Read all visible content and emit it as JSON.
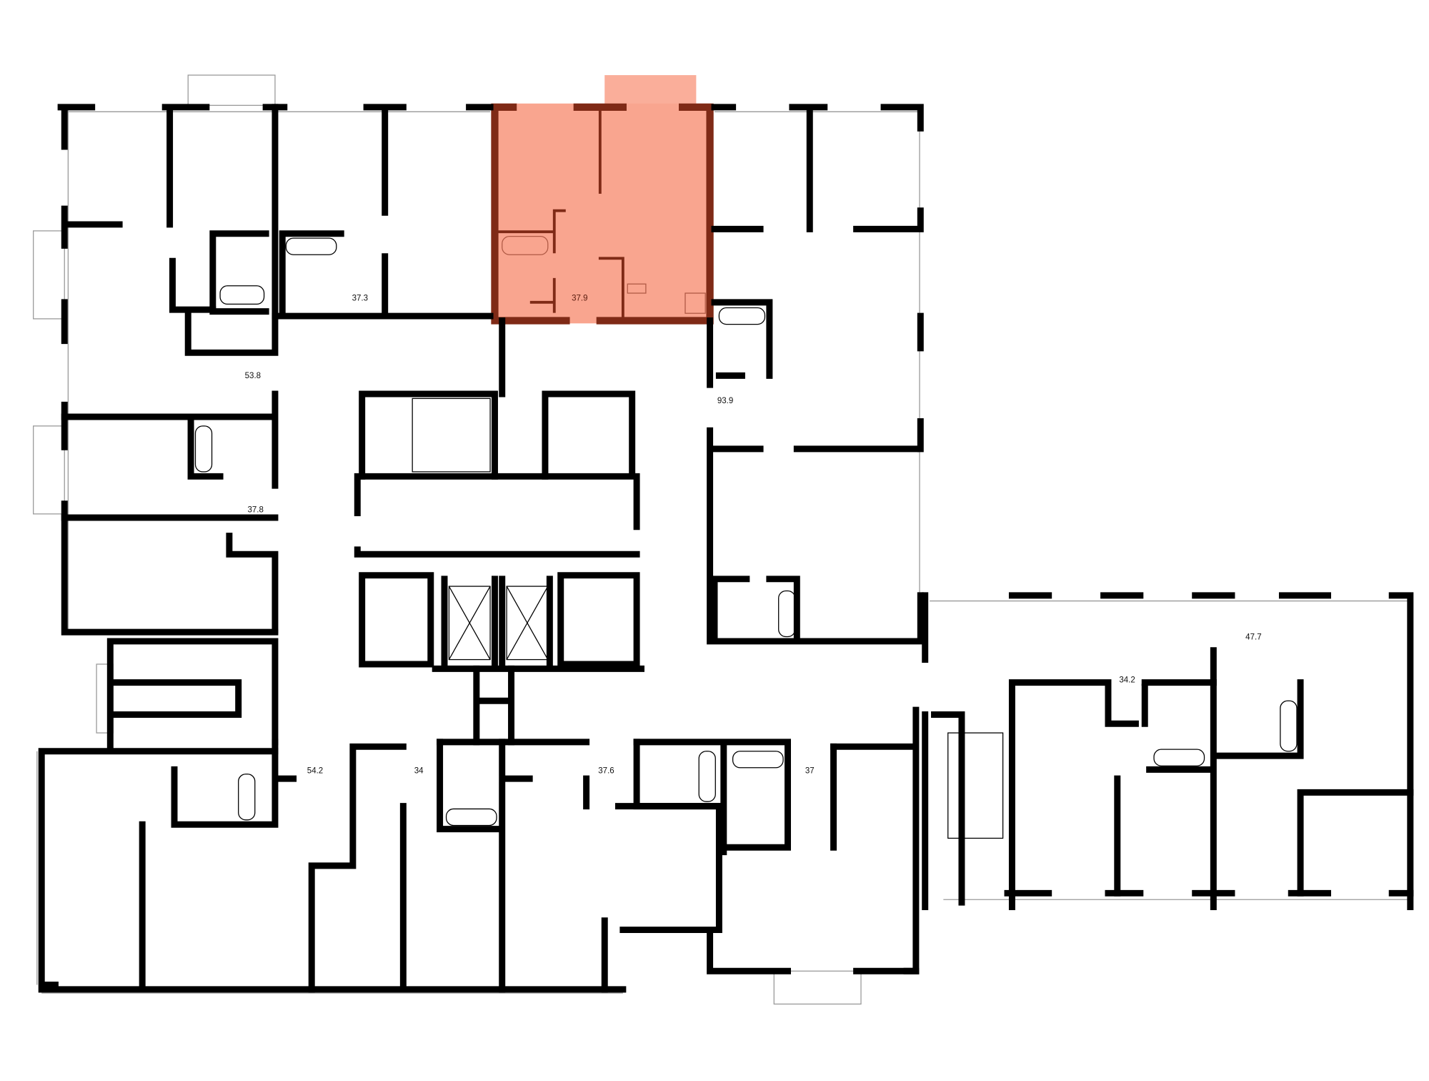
{
  "plan": {
    "highlight_color": "#f9a58f",
    "highlight_wall_color": "#7f2a16",
    "selected_apartment": {
      "area": "37.9"
    },
    "apartments": [
      {
        "area": "53.8"
      },
      {
        "area": "37.3"
      },
      {
        "area": "93.9"
      },
      {
        "area": "37.8"
      },
      {
        "area": "54.2"
      },
      {
        "area": "34"
      },
      {
        "area": "37.6"
      },
      {
        "area": "37"
      },
      {
        "area": "34.2"
      },
      {
        "area": "47.7"
      }
    ]
  }
}
